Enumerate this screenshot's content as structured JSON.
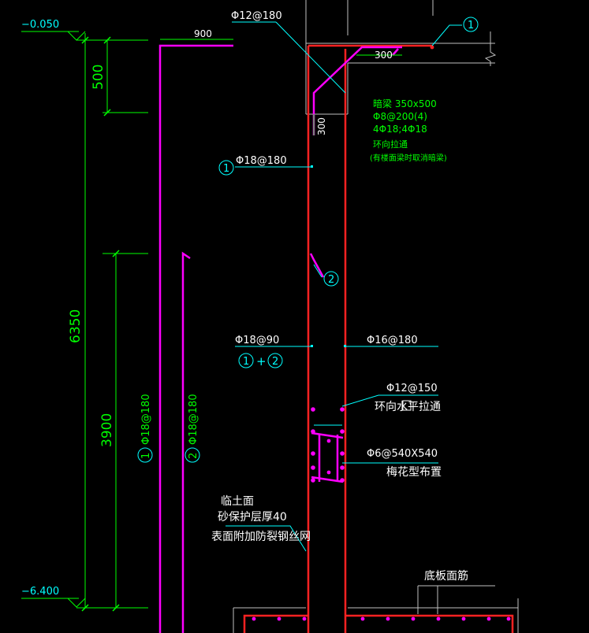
{
  "colors": {
    "background": "#000000",
    "dimension": "#00ff00",
    "rebar_main": "#ff00ff",
    "concrete": "#ff2222",
    "leader": "#00ffff",
    "gray": "#c0c0c0",
    "white": "#ffffff"
  },
  "elevations": {
    "top": "−0.050",
    "bottom": "−6.400"
  },
  "dimensions": {
    "total_height": "6350",
    "top_segment": "500",
    "lower_segment": "3900",
    "anchor_top": "900",
    "hook_length": "300",
    "beam_hook": "300"
  },
  "rebar_labels": {
    "top_slab": "Φ12@180",
    "outer_vertical": "Φ18@180",
    "outer_combined": "Φ18@90",
    "inner_vertical": "Φ16@180",
    "horizontal_tie": "Φ12@150",
    "stirrup_grid": "Φ6@540X540",
    "left_bar_1": "Φ18@180",
    "left_bar_2": "Φ18@180"
  },
  "markers": {
    "m1": "1",
    "m2": "2",
    "plus": "+"
  },
  "notes": {
    "beam_1": "暗梁 350x500",
    "beam_2": "Φ8@200(4)",
    "beam_3": "4Φ18;4Φ18",
    "beam_4": "环向拉通",
    "beam_5": "(有楼面梁时取消暗梁)",
    "tie_desc": "环向水平拉通",
    "grid_desc": "梅花型布置",
    "soil_1": "临土面",
    "soil_2": "砂保护层厚40",
    "soil_3": "表面附加防裂钢丝网",
    "slab_top": "底板面筋"
  }
}
